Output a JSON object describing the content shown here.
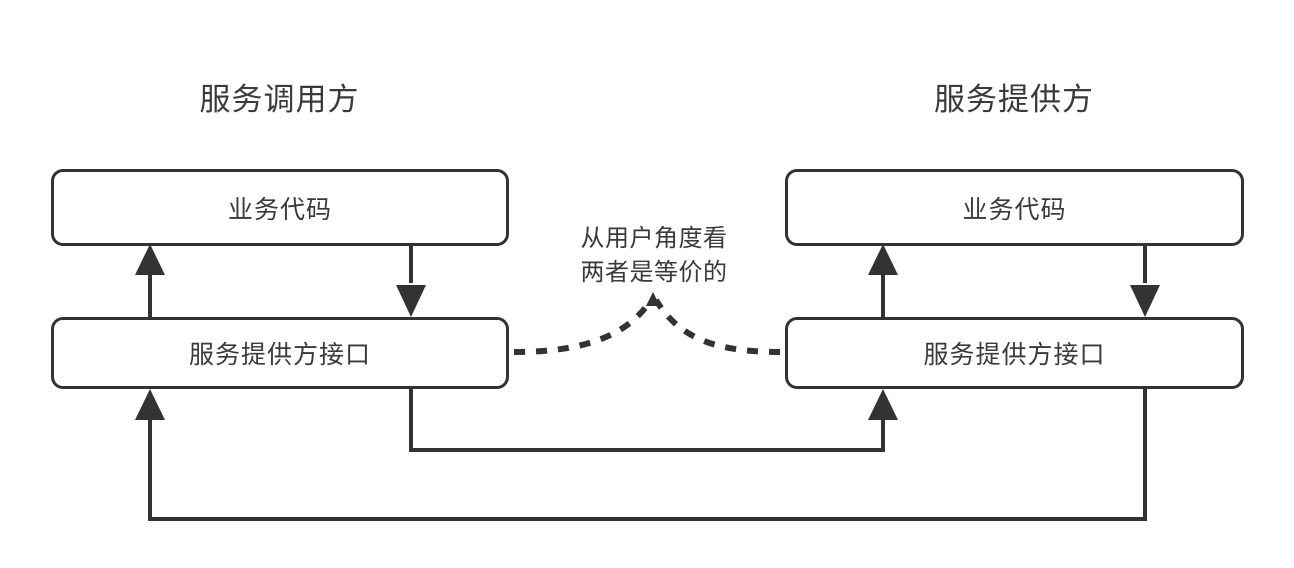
{
  "diagram": {
    "title_left": "服务调用方",
    "title_right": "服务提供方",
    "groups": [
      {
        "side": "left",
        "title": "服务调用方",
        "nodes": [
          {
            "id": "caller-biz",
            "label": "业务代码"
          },
          {
            "id": "caller-iface",
            "label": "服务提供方接口"
          }
        ]
      },
      {
        "side": "right",
        "title": "服务提供方",
        "nodes": [
          {
            "id": "provider-biz",
            "label": "业务代码"
          },
          {
            "id": "provider-iface",
            "label": "服务提供方接口"
          }
        ]
      }
    ],
    "annotation": {
      "line1": "从用户角度看",
      "line2": "两者是等价的"
    },
    "connectors": [
      {
        "id": "caller-iface-to-biz",
        "style": "solid",
        "arrow": "up",
        "from": "caller-iface",
        "to": "caller-biz"
      },
      {
        "id": "caller-biz-to-iface",
        "style": "solid",
        "arrow": "down",
        "from": "caller-biz",
        "to": "caller-iface"
      },
      {
        "id": "provider-iface-to-biz",
        "style": "solid",
        "arrow": "up",
        "from": "provider-iface",
        "to": "provider-biz"
      },
      {
        "id": "provider-biz-to-iface",
        "style": "solid",
        "arrow": "down",
        "from": "provider-biz",
        "to": "provider-iface"
      },
      {
        "id": "caller-iface-to-provider",
        "style": "solid",
        "arrow": "up",
        "from": "caller-iface",
        "to": "provider-iface"
      },
      {
        "id": "provider-iface-to-caller",
        "style": "solid",
        "arrow": "up",
        "from": "provider-iface",
        "to": "caller-iface"
      },
      {
        "id": "equivalence-link",
        "style": "dashed",
        "arrow": "apex",
        "from": "caller-iface",
        "to": "provider-iface"
      }
    ],
    "colors": {
      "stroke": "#333333",
      "text": "#3a3a3a",
      "background": "#ffffff"
    }
  }
}
